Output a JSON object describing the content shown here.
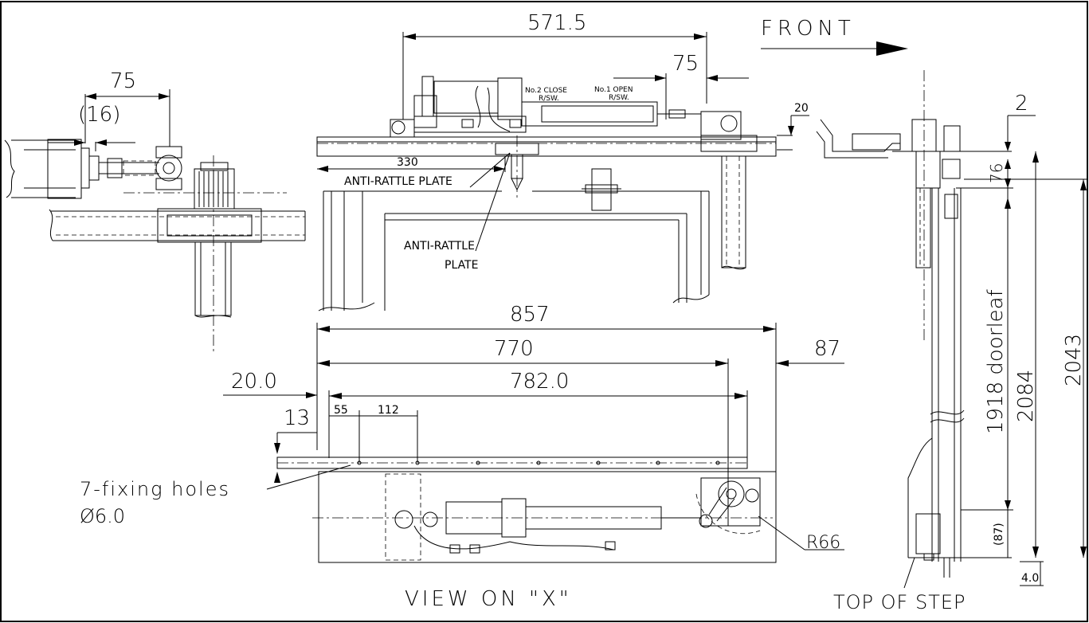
{
  "labels": {
    "front": "FRONT",
    "anti_rattle_plate_1": "ANTI-RATTLE PLATE",
    "anti_rattle_2a": "ANTI-RATTLE",
    "anti_rattle_2b": "PLATE",
    "close_sw_1": "No.2 CLOSE",
    "close_sw_2": "R/SW.",
    "open_sw_1": "No.1 OPEN",
    "open_sw_2": "R/SW.",
    "fixing_holes": "7-fixing holes",
    "hole_dia": "Ø6.0",
    "view_x": "VIEW ON \"X\"",
    "top_of_step": "TOP OF STEP",
    "radius": "R66",
    "doorleaf": "1918 doorleaf"
  },
  "dimensions": {
    "d571_5": "571.5",
    "d75_top": "75",
    "d20_top": "20",
    "d2": "2",
    "d75_left": "75",
    "d16": "(16)",
    "d330": "330",
    "d76": "76",
    "d857": "857",
    "d770": "770",
    "d87": "87",
    "d20_0": "20.0",
    "d782_0": "782.0",
    "d13": "13",
    "d55": "55",
    "d112": "112",
    "d2084": "2084",
    "d2043": "2043",
    "d87p": "(87)",
    "d4_0": "4.0"
  }
}
